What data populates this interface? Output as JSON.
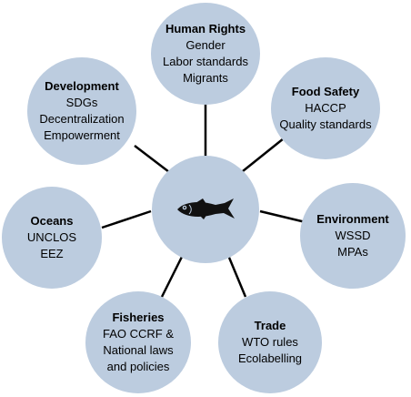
{
  "center": {
    "icon": "fish-icon"
  },
  "nodes": [
    {
      "id": "human-rights",
      "title": "Human Rights",
      "lines": [
        "Gender",
        "Labor standards",
        "Migrants"
      ]
    },
    {
      "id": "food-safety",
      "title": "Food Safety",
      "lines": [
        "HACCP",
        "Quality standards"
      ]
    },
    {
      "id": "environment",
      "title": "Environment",
      "lines": [
        "WSSD",
        "MPAs"
      ]
    },
    {
      "id": "trade",
      "title": "Trade",
      "lines": [
        "WTO rules",
        "Ecolabelling"
      ]
    },
    {
      "id": "fisheries",
      "title": "Fisheries",
      "lines": [
        "FAO CCRF &",
        "National laws",
        "and policies"
      ]
    },
    {
      "id": "oceans",
      "title": "Oceans",
      "lines": [
        "UNCLOS",
        "EEZ"
      ]
    },
    {
      "id": "development",
      "title": "Development",
      "lines": [
        "SDGs",
        "Decentralization",
        "Empowerment"
      ]
    }
  ],
  "colors": {
    "circle_fill": "#bcccdf",
    "connector": "#000000",
    "fish": "#111111"
  }
}
